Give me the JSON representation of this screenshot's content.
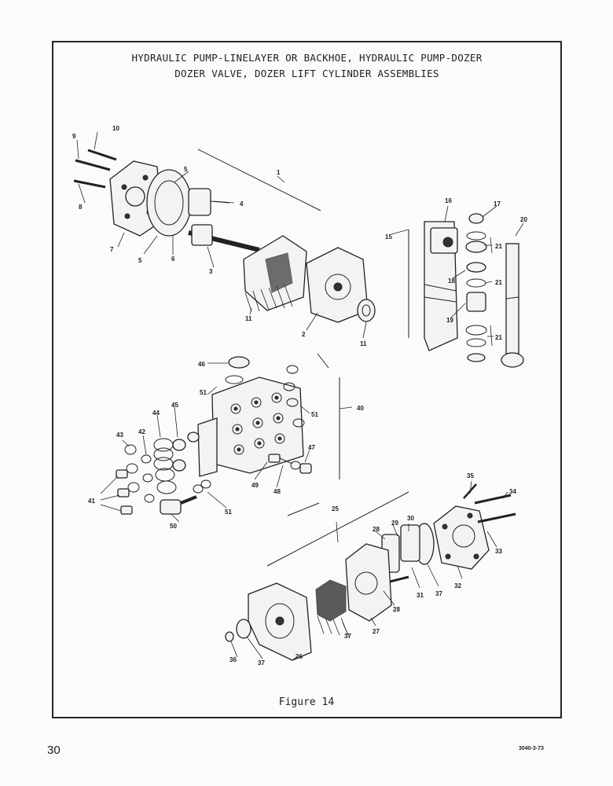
{
  "title_line1": "HYDRAULIC PUMP-LINELAYER OR BACKHOE, HYDRAULIC PUMP-DOZER",
  "title_line2": "DOZER VALVE, DOZER LIFT CYLINDER ASSEMBLIES",
  "caption": "Figure 14",
  "page_number": "30",
  "document_code": "3040-3-73",
  "callouts": {
    "c10": "10",
    "c9": "9",
    "c8": "8",
    "c5a": "5",
    "c5b": "5",
    "c7": "7",
    "c6": "6",
    "c4": "4",
    "c3": "3",
    "c1": "1",
    "c2": "2",
    "c11a": "11",
    "c11b": "11",
    "c15": "15",
    "c16": "16",
    "c17": "17",
    "c20": "20",
    "c21a": "21",
    "c21b": "21",
    "c21c": "21",
    "c18": "18",
    "c19": "19",
    "c46": "46",
    "c51a": "51",
    "c51b": "51",
    "c51c": "51",
    "c40": "40",
    "c44": "44",
    "c45": "45",
    "c43": "43",
    "c42": "42",
    "c47": "47",
    "c41": "41",
    "c49": "49",
    "c48": "48",
    "c50": "50",
    "c25": "25",
    "c35": "35",
    "c34": "34",
    "c33": "33",
    "c28a": "28",
    "c28b": "28",
    "c29": "29",
    "c30": "30",
    "c31": "31",
    "c37a": "37",
    "c37b": "37",
    "c37c": "37",
    "c32": "32",
    "c27": "27",
    "c26": "26",
    "c36": "36"
  }
}
